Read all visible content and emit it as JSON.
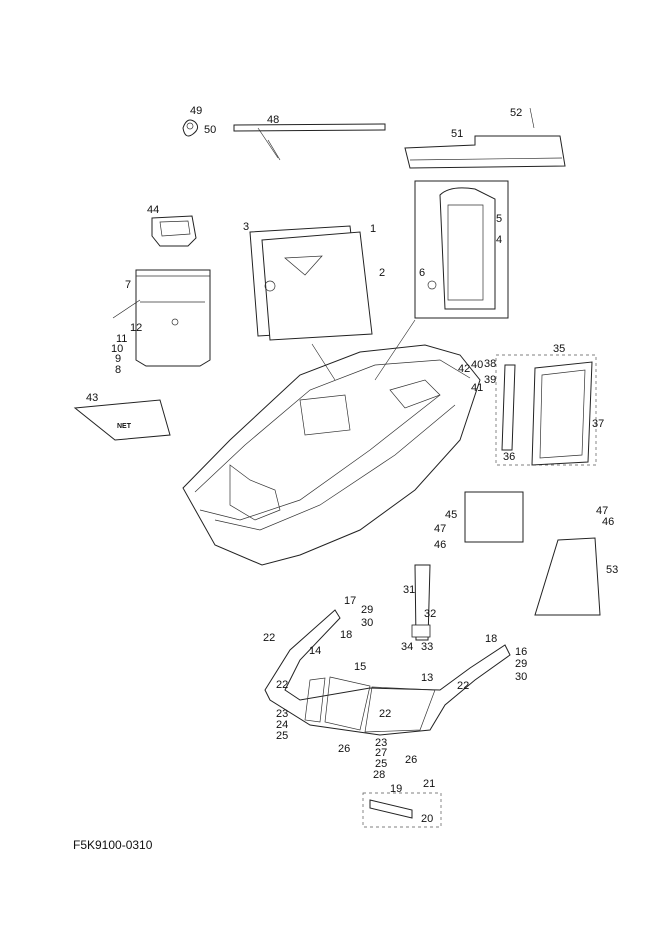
{
  "drawing_code": "F5K9100-0310",
  "net_label": "NET",
  "callouts": {
    "c1": "1",
    "c2": "2",
    "c3": "3",
    "c4": "4",
    "c5": "5",
    "c6": "6",
    "c7": "7",
    "c8": "8",
    "c9": "9",
    "c10": "10",
    "c11": "11",
    "c12": "12",
    "c13": "13",
    "c14": "14",
    "c15": "15",
    "c16": "16",
    "c17": "17",
    "c18": "18",
    "c19": "19",
    "c20": "20",
    "c21": "21",
    "c22": "22",
    "c23": "23",
    "c24": "24",
    "c25": "25",
    "c26": "26",
    "c27": "27",
    "c28": "28",
    "c29": "29",
    "c30": "30",
    "c31": "31",
    "c32": "32",
    "c33": "33",
    "c34": "34",
    "c35": "35",
    "c36": "36",
    "c37": "37",
    "c38": "38",
    "c39": "39",
    "c40": "40",
    "c41": "41",
    "c42": "42",
    "c43": "43",
    "c44": "44",
    "c45": "45",
    "c46": "46",
    "c47": "47",
    "c48": "48",
    "c49": "49",
    "c50": "50",
    "c51": "51",
    "c52": "52",
    "c53": "53"
  }
}
